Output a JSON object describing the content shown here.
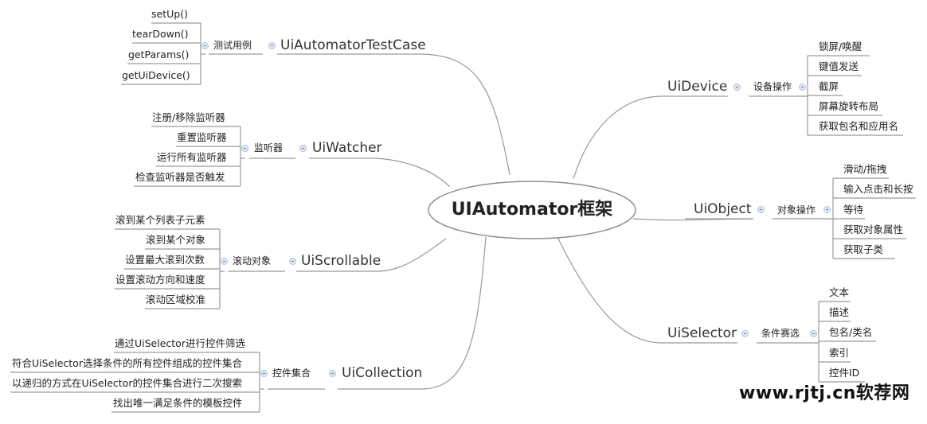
{
  "center": "UIAutomator框架",
  "left": [
    {
      "name": "UiAutomatorTestCase",
      "group": "测试用例",
      "items": [
        "setUp()",
        "tearDown()",
        "getParams()",
        "getUiDevice()"
      ]
    },
    {
      "name": "UiWatcher",
      "group": "监听器",
      "items": [
        "注册/移除监听器",
        "重置监听器",
        "运行所有监听器",
        "检查监听器是否触发"
      ]
    },
    {
      "name": "UiScrollable",
      "group": "滚动对象",
      "items": [
        "滚到某个列表子元素",
        "滚到某个对象",
        "设置最大滚到次数",
        "设置滚动方向和速度",
        "滚动区域校准"
      ]
    },
    {
      "name": "UiCollection",
      "group": "控件集合",
      "items": [
        "通过UiSelector进行控件筛选",
        "符合UiSelector选择条件的所有控件组成的控件集合",
        "以递归的方式在UiSelector的控件集合进行二次搜索",
        "找出唯一满足条件的模板控件"
      ]
    }
  ],
  "right": [
    {
      "name": "UiDevice",
      "group": "设备操作",
      "items": [
        "锁屏/唤醒",
        "键值发送",
        "截屏",
        "屏幕旋转布局",
        "获取包名和应用名"
      ]
    },
    {
      "name": "UiObject",
      "group": "对象操作",
      "items": [
        "滑动/拖拽",
        "输入点击和长按",
        "等待",
        "获取对象属性",
        "获取子类"
      ]
    },
    {
      "name": "UiSelector",
      "group": "条件赛选",
      "items": [
        "文本",
        "描述",
        "包名/类名",
        "索引",
        "控件ID"
      ]
    }
  ],
  "watermark": "www.rjtj.cn软荐网",
  "colors": {
    "line": "#9a9a9a",
    "knob": "#dfe6f3",
    "text": "#222222"
  }
}
